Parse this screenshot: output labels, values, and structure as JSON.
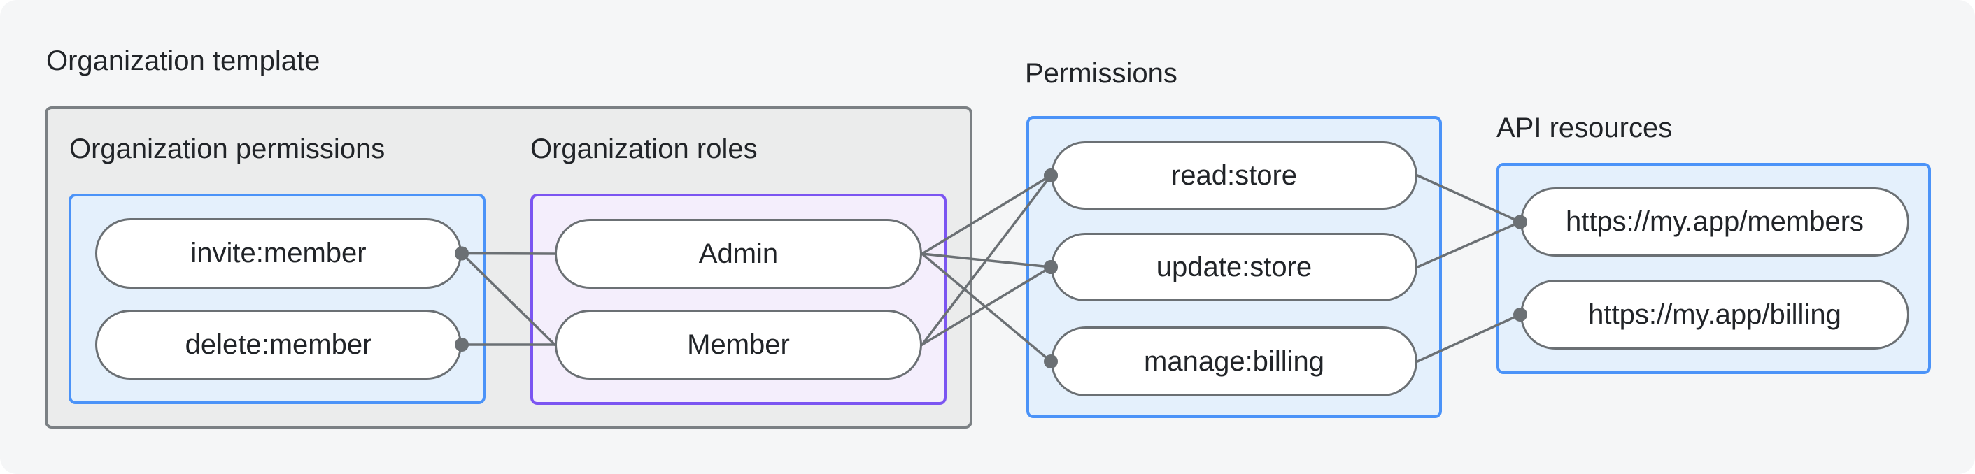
{
  "colors": {
    "canvas_bg": "#f5f6f7",
    "gray_fill": "#ebecec",
    "gray_border": "#7b8084",
    "blue_fill": "#e4f0fc",
    "blue_border": "#4b93f8",
    "purple_fill": "#f4eefc",
    "purple_border": "#7b55f1",
    "pill_fill": "#ffffff",
    "pill_border": "#6b7074",
    "line": "#6b7074",
    "text": "#212428"
  },
  "groups": {
    "org_template": {
      "label": "Organization template"
    },
    "org_permissions": {
      "label": "Organization permissions",
      "pills": [
        {
          "id": "invite-member",
          "label": "invite:member"
        },
        {
          "id": "delete-member",
          "label": "delete:member"
        }
      ]
    },
    "org_roles": {
      "label": "Organization roles",
      "pills": [
        {
          "id": "admin",
          "label": "Admin"
        },
        {
          "id": "member",
          "label": "Member"
        }
      ]
    },
    "permissions": {
      "label": "Permissions",
      "pills": [
        {
          "id": "read-store",
          "label": "read:store"
        },
        {
          "id": "update-store",
          "label": "update:store"
        },
        {
          "id": "manage-billing",
          "label": "manage:billing"
        }
      ]
    },
    "api_resources": {
      "label": "API resources",
      "pills": [
        {
          "id": "members-url",
          "label": "https://my.app/members"
        },
        {
          "id": "billing-url",
          "label": "https://my.app/billing"
        }
      ]
    }
  },
  "edges": [
    {
      "from": "invite-member",
      "to": "admin",
      "dot": "from"
    },
    {
      "from": "invite-member",
      "to": "member",
      "dot": "from"
    },
    {
      "from": "delete-member",
      "to": "member",
      "dot": "from"
    },
    {
      "from": "admin",
      "to": "read-store",
      "dot": "to"
    },
    {
      "from": "admin",
      "to": "update-store",
      "dot": "to"
    },
    {
      "from": "admin",
      "to": "manage-billing",
      "dot": "to"
    },
    {
      "from": "member",
      "to": "read-store",
      "dot": "to"
    },
    {
      "from": "member",
      "to": "update-store",
      "dot": "to"
    },
    {
      "from": "read-store",
      "to": "members-url",
      "dot": "to"
    },
    {
      "from": "update-store",
      "to": "members-url",
      "dot": "to"
    },
    {
      "from": "manage-billing",
      "to": "billing-url",
      "dot": "to"
    }
  ]
}
